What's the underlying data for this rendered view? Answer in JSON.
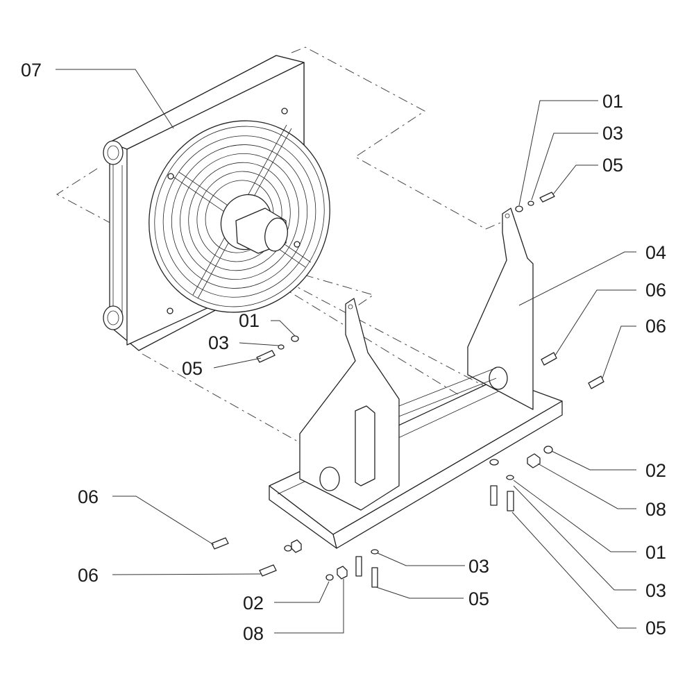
{
  "callouts": [
    {
      "id": "c1",
      "label": "07"
    },
    {
      "id": "c2",
      "label": "01"
    },
    {
      "id": "c3",
      "label": "03"
    },
    {
      "id": "c4",
      "label": "05"
    },
    {
      "id": "c5",
      "label": "04"
    },
    {
      "id": "c6",
      "label": "06"
    },
    {
      "id": "c7",
      "label": "06"
    },
    {
      "id": "c8",
      "label": "01"
    },
    {
      "id": "c9",
      "label": "03"
    },
    {
      "id": "c10",
      "label": "05"
    },
    {
      "id": "c11",
      "label": "02"
    },
    {
      "id": "c12",
      "label": "08"
    },
    {
      "id": "c13",
      "label": "01"
    },
    {
      "id": "c14",
      "label": "03"
    },
    {
      "id": "c15",
      "label": "05"
    },
    {
      "id": "c16",
      "label": "06"
    },
    {
      "id": "c17",
      "label": "06"
    },
    {
      "id": "c18",
      "label": "03"
    },
    {
      "id": "c19",
      "label": "05"
    },
    {
      "id": "c20",
      "label": "02"
    },
    {
      "id": "c21",
      "label": "08"
    }
  ]
}
